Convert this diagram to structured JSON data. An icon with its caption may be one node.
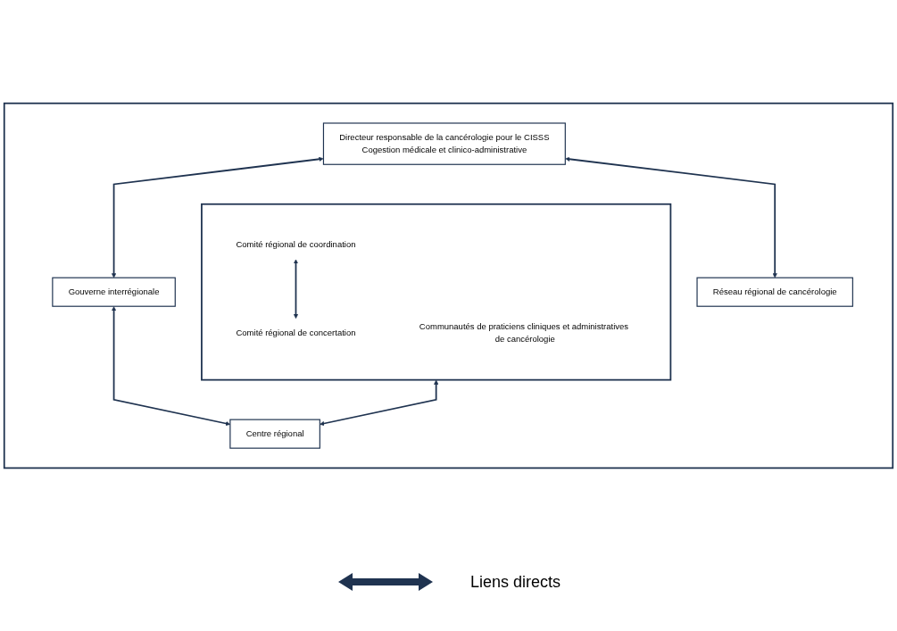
{
  "diagram": {
    "nodes": [
      {
        "text": [],
        "shape": "box"
      },
      {
        "text": [
          "Directeur responsable de la cancérologie pour le CISSS",
          "Cogestion médicale et clinico-administrative"
        ],
        "in": 0
      },
      {
        "text": [
          "Gouverne interrégionale"
        ],
        "in": 0
      },
      {
        "text": [
          "Réseau régional de cancérologie"
        ],
        "in": 0
      },
      {
        "text": [],
        "shape": "box",
        "in": 0
      },
      {
        "text": [
          "Comité régional de coordination"
        ],
        "in": 4
      },
      {
        "text": [
          "Comité régional de concertation"
        ],
        "in": 4
      },
      {
        "text": [
          "Communautés de praticiens cliniques et administratives de cancérologie"
        ],
        "in": 4
      },
      {
        "text": [
          "Centre régional"
        ],
        "in": 0
      }
    ],
    "edges": [
      {
        "from": 1,
        "to": 2,
        "arrow": "both"
      },
      {
        "from": 1,
        "to": 3,
        "arrow": "both"
      },
      {
        "from": 2,
        "to": 8,
        "arrow": "both"
      },
      {
        "from": 5,
        "to": 6,
        "arrow": "both"
      },
      {
        "from": 4,
        "to": 8,
        "arrow": "both"
      }
    ],
    "legend": [
      {
        "text": "Liens directs"
      }
    ]
  }
}
